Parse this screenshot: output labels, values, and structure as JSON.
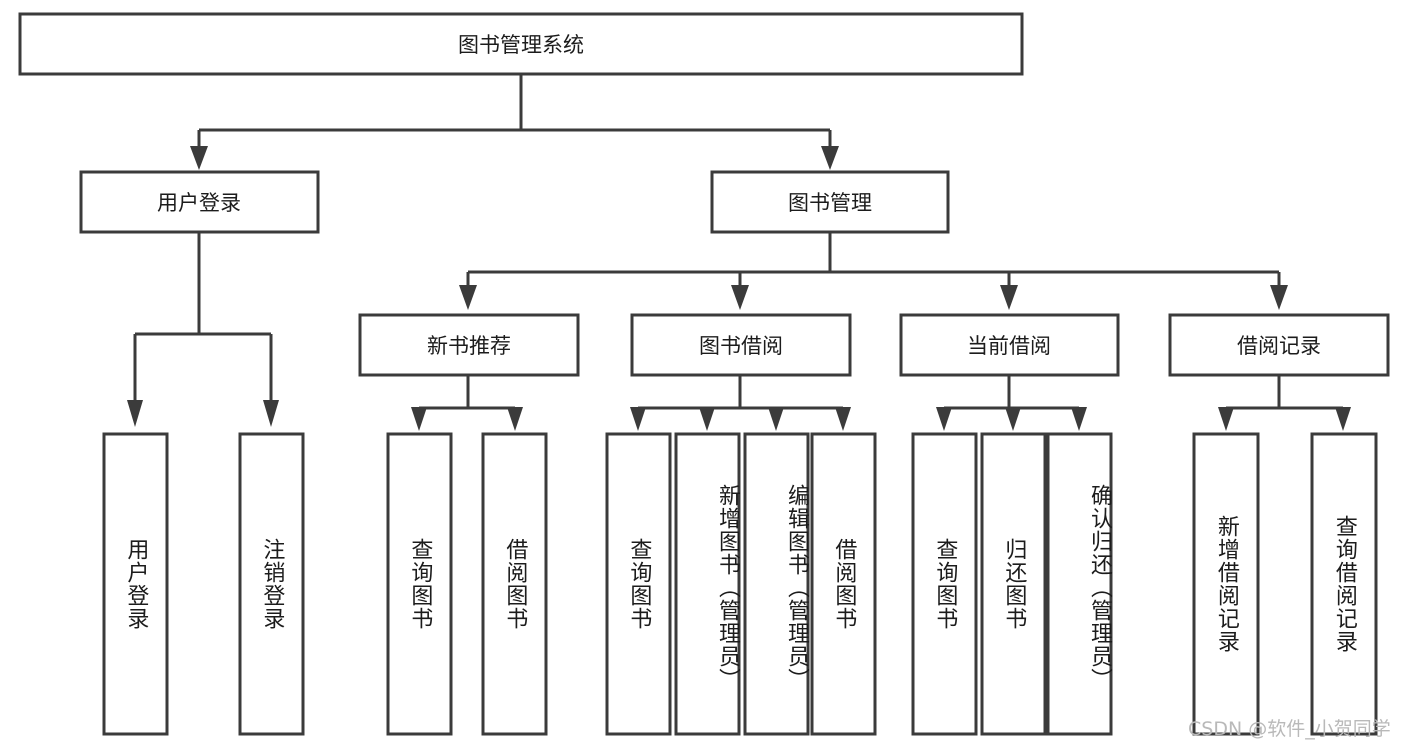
{
  "diagram": {
    "type": "tree",
    "title_node": "图书管理系统",
    "orientation": "top-down",
    "colors": {
      "stroke": "#3b3b3b",
      "fill": "#ffffff",
      "text": "#1c1c1c",
      "watermark": "#b9b9b9"
    },
    "levels": {
      "root": {
        "label": "图书管理系统"
      },
      "level2": [
        {
          "label": "用户登录"
        },
        {
          "label": "图书管理"
        }
      ],
      "level3": [
        {
          "label": "新书推荐"
        },
        {
          "label": "图书借阅"
        },
        {
          "label": "当前借阅"
        },
        {
          "label": "借阅记录"
        }
      ],
      "leaves": {
        "user_login": [
          {
            "label": "用户登录"
          },
          {
            "label": "注销登录"
          }
        ],
        "new_book_recommend": [
          {
            "label": "查询图书"
          },
          {
            "label": "借阅图书"
          }
        ],
        "book_borrow": [
          {
            "label": "查询图书"
          },
          {
            "label": "新增图书（管理员）"
          },
          {
            "label": "编辑图书（管理员）"
          },
          {
            "label": "借阅图书"
          }
        ],
        "current_borrow": [
          {
            "label": "查询图书"
          },
          {
            "label": "归还图书"
          },
          {
            "label": "确认归还（管理员）"
          }
        ],
        "borrow_record": [
          {
            "label": "新增借阅记录"
          },
          {
            "label": "查询借阅记录"
          }
        ]
      }
    }
  },
  "watermark": {
    "text": "CSDN @软件_小贺同学"
  }
}
